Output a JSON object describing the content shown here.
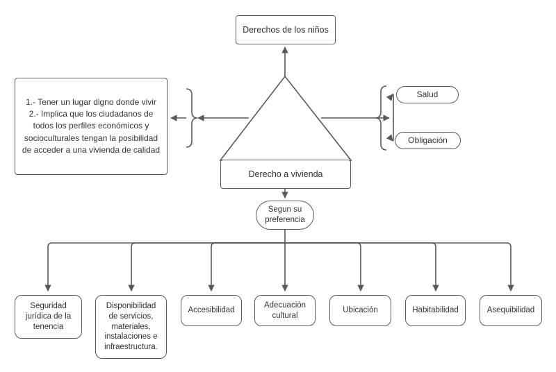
{
  "diagram": {
    "title_node": "Derechos de los niños",
    "central_shape": "triangle",
    "detail_note": "1.-  Tener un lugar digno donde vivir\n2.- Implica que los ciudadanos de\ntodos los perfiles económicos y\nsocioculturales tengan la posibilidad\nde acceder a una vivienda de calidad",
    "right_branch": {
      "items": [
        {
          "label": "Salud"
        },
        {
          "label": "Obligación"
        }
      ]
    },
    "subject_node": "Derecho a vivienda",
    "criteria_node": "Segun su\npreferencia",
    "criteria_items": [
      {
        "label": "Seguridad\njurídica de la\ntenencia"
      },
      {
        "label": "Disponibilidad\nde servicios,\nmateriales,\ninstalaciones e\ninfraestructura."
      },
      {
        "label": "Accesibilidad"
      },
      {
        "label": "Adecuación\ncultural"
      },
      {
        "label": "Ubicación"
      },
      {
        "label": "Habitabilidad"
      },
      {
        "label": "Asequibilidad"
      }
    ],
    "colors": {
      "stroke": "#595959",
      "text": "#333333",
      "background": "#ffffff"
    }
  }
}
